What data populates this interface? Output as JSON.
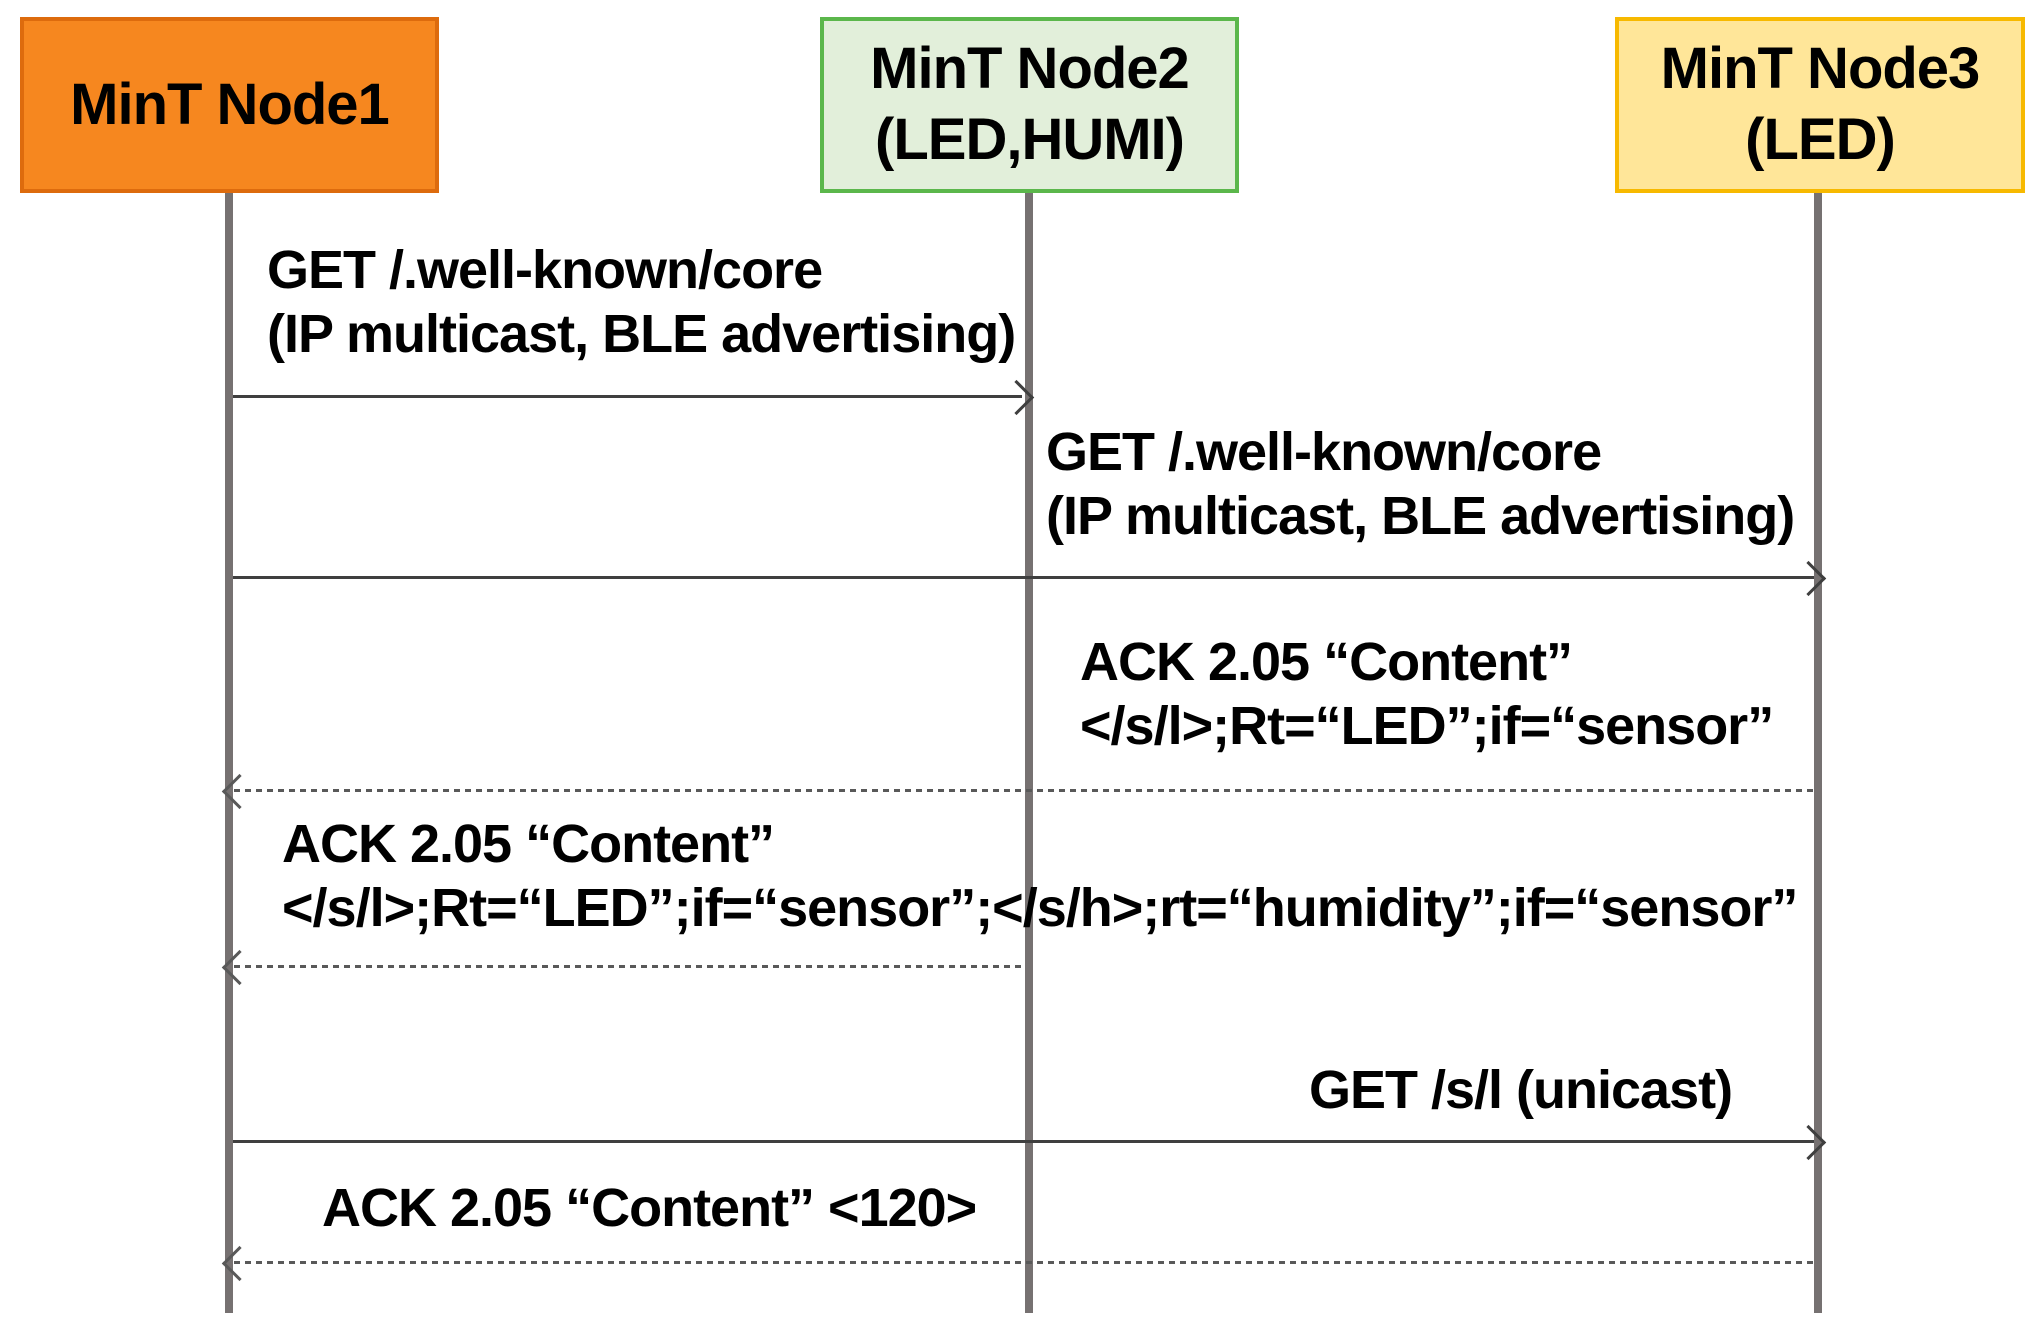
{
  "diagram": {
    "type": "sequence",
    "participants": [
      {
        "label": "MinT Node1",
        "sub": "",
        "fill": "#F6871F",
        "border": "#DD6B0D"
      },
      {
        "label": "MinT Node2",
        "sub": "(LED,HUMI)",
        "fill": "#E2EFDA",
        "border": "#5BB74B"
      },
      {
        "label": "MinT Node3",
        "sub": "(LED)",
        "fill": "#FFE699",
        "border": "#F7B900"
      }
    ],
    "messages": [
      {
        "from": "MinT Node1",
        "to": "MinT Node2",
        "style": "solid",
        "line1": "GET /.well-known/core",
        "line2": "(IP multicast, BLE advertising)"
      },
      {
        "from": "MinT Node1",
        "to": "MinT Node3",
        "style": "solid",
        "line1": "GET /.well-known/core",
        "line2": "(IP multicast, BLE advertising)"
      },
      {
        "from": "MinT Node3",
        "to": "MinT Node1",
        "style": "dashed",
        "line1": "ACK 2.05 “Content”",
        "line2": "</s/l>;Rt=“LED”;if=“sensor”"
      },
      {
        "from": "MinT Node2",
        "to": "MinT Node1",
        "style": "dashed",
        "line1": "ACK 2.05 “Content”",
        "line2": "</s/l>;Rt=“LED”;if=“sensor”;</s/h>;rt=“humidity”;if=“sensor”"
      },
      {
        "from": "MinT Node1",
        "to": "MinT Node3",
        "style": "solid",
        "line1": "GET /s/l (unicast)",
        "line2": ""
      },
      {
        "from": "MinT Node3",
        "to": "MinT Node1",
        "style": "dashed",
        "line1": "ACK 2.05 “Content” <120>",
        "line2": ""
      }
    ],
    "colors": {
      "lifeline": "#767171",
      "solid_arrow": "#3F3F3F",
      "dashed_arrow": "#595959",
      "text": "#000000",
      "background": "#FFFFFF",
      "node1_fill": "#F6871F",
      "node1_border": "#DD6B0D",
      "node2_fill": "#E2EFDA",
      "node2_border": "#5BB74B",
      "node3_fill": "#FFE699",
      "node3_border": "#F7B900"
    }
  }
}
